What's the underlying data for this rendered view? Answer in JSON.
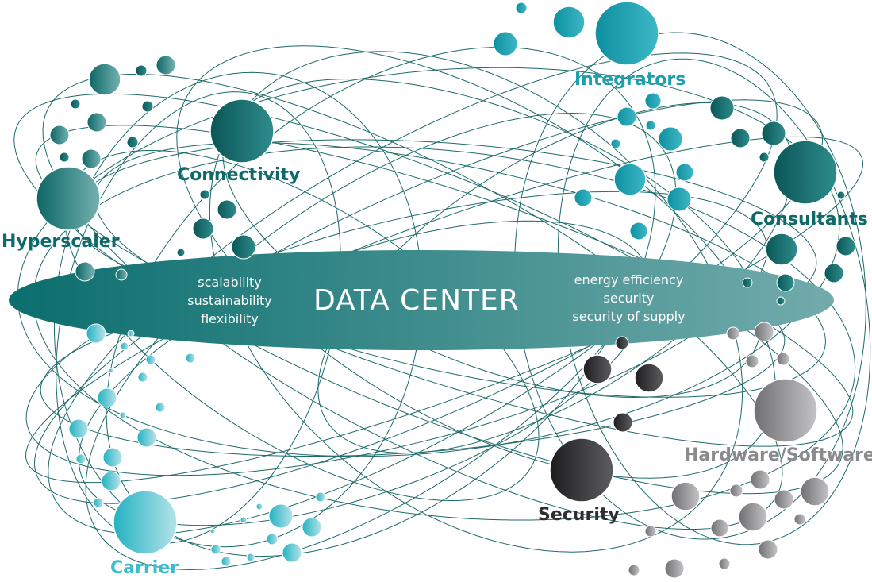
{
  "center": {
    "title": "DATA CENTER",
    "left_attributes": [
      "scalability",
      "sustainability",
      "flexibility"
    ],
    "right_attributes": [
      "energy efficiency",
      "security",
      "security of supply"
    ]
  },
  "stakeholders": [
    {
      "id": "hyperscaler",
      "label": "Hyperscaler",
      "color": "#0e6a6a"
    },
    {
      "id": "connectivity",
      "label": "Connectivity",
      "color": "#0e6a6a"
    },
    {
      "id": "integrators",
      "label": "Integrators",
      "color": "#1aa0b0"
    },
    {
      "id": "consultants",
      "label": "Consultants",
      "color": "#0e6a6a"
    },
    {
      "id": "hardware-software",
      "label": "Hardware/Software",
      "color": "#8a8a8c"
    },
    {
      "id": "security",
      "label": "Security",
      "color": "#2e2e30"
    },
    {
      "id": "carrier",
      "label": "Carrier",
      "color": "#3cbccc"
    }
  ],
  "colors": {
    "orbit_line": "#1d6a6a",
    "ellipse_left": "#0b6e6e",
    "ellipse_right": "#6ea9aa"
  }
}
